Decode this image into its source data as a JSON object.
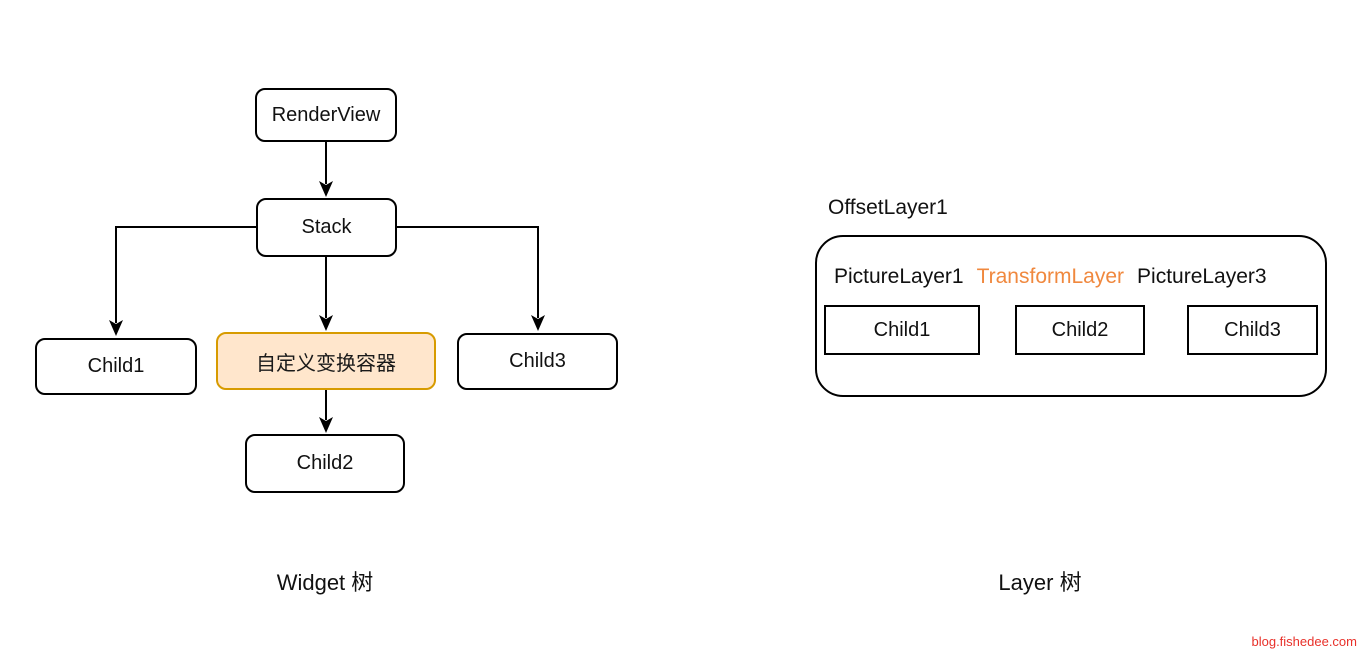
{
  "widget_tree": {
    "caption": "Widget 树",
    "nodes": {
      "renderview": {
        "label": "RenderView"
      },
      "stack": {
        "label": "Stack"
      },
      "child1": {
        "label": "Child1"
      },
      "transform_container": {
        "label": "自定义变换容器"
      },
      "child3": {
        "label": "Child3"
      },
      "child2": {
        "label": "Child2"
      }
    }
  },
  "layer_tree": {
    "caption": "Layer 树",
    "offset_layer_label": "OffsetLayer1",
    "layers": [
      {
        "label": "PictureLayer1",
        "child_label": "Child1"
      },
      {
        "label": "TransformLayer",
        "child_label": "Child2"
      },
      {
        "label": "PictureLayer3",
        "child_label": "Child3"
      }
    ]
  },
  "watermark": {
    "text": "blog.fishedee.com"
  },
  "colors": {
    "line": "#000000",
    "accent_orange_text": "#f0883e",
    "orange_node_fill": "#ffe6cc",
    "orange_node_stroke": "#d79b00",
    "watermark_red": "#e8312a",
    "background": "#ffffff"
  }
}
